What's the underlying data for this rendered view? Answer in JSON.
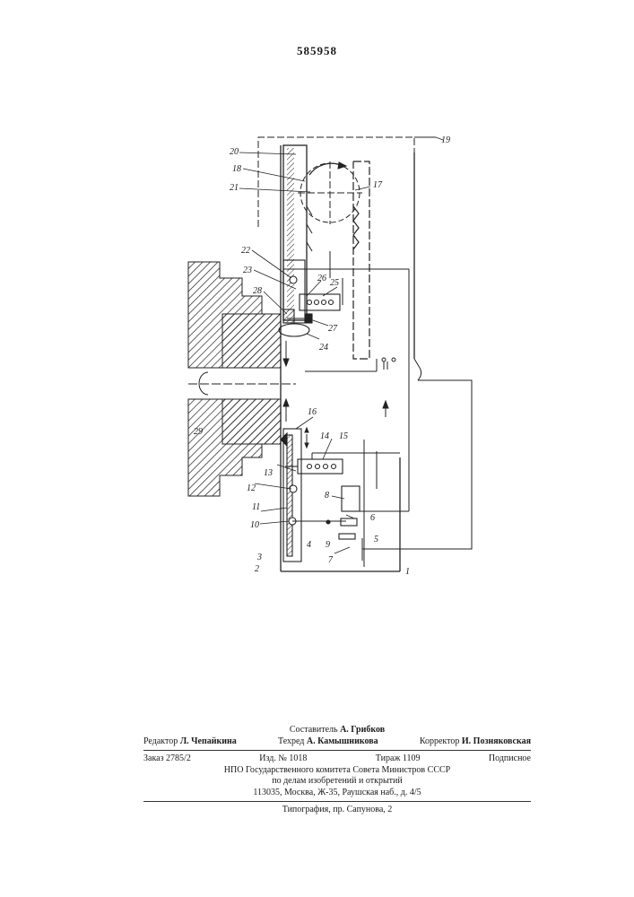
{
  "page_number": "585958",
  "figure": {
    "labels": [
      "1",
      "2",
      "3",
      "4",
      "5",
      "6",
      "7",
      "8",
      "9",
      "10",
      "11",
      "12",
      "13",
      "14",
      "15",
      "16",
      "17",
      "18",
      "19",
      "20",
      "21",
      "22",
      "23",
      "24",
      "25",
      "26",
      "27",
      "28",
      "29"
    ]
  },
  "imprint": {
    "compiler_label": "Составитель",
    "compiler_name": "А. Грибков",
    "editor_label": "Редактор",
    "editor_name": "Л. Чепайкина",
    "techred_label": "Техред",
    "techred_name": "А. Камышникова",
    "corrector_label": "Корректор",
    "corrector_name": "И. Позняковская",
    "order": "Заказ 2785/2",
    "edition": "Изд. № 1018",
    "circulation": "Тираж 1109",
    "subscription": "Подписное",
    "org_line1": "НПО Государственного комитета Совета Министров СССР",
    "org_line2": "по делам изобретений и открытий",
    "org_address": "113035, Москва, Ж-35, Раушская наб., д. 4/5",
    "printer": "Типография, пр. Сапунова, 2"
  }
}
